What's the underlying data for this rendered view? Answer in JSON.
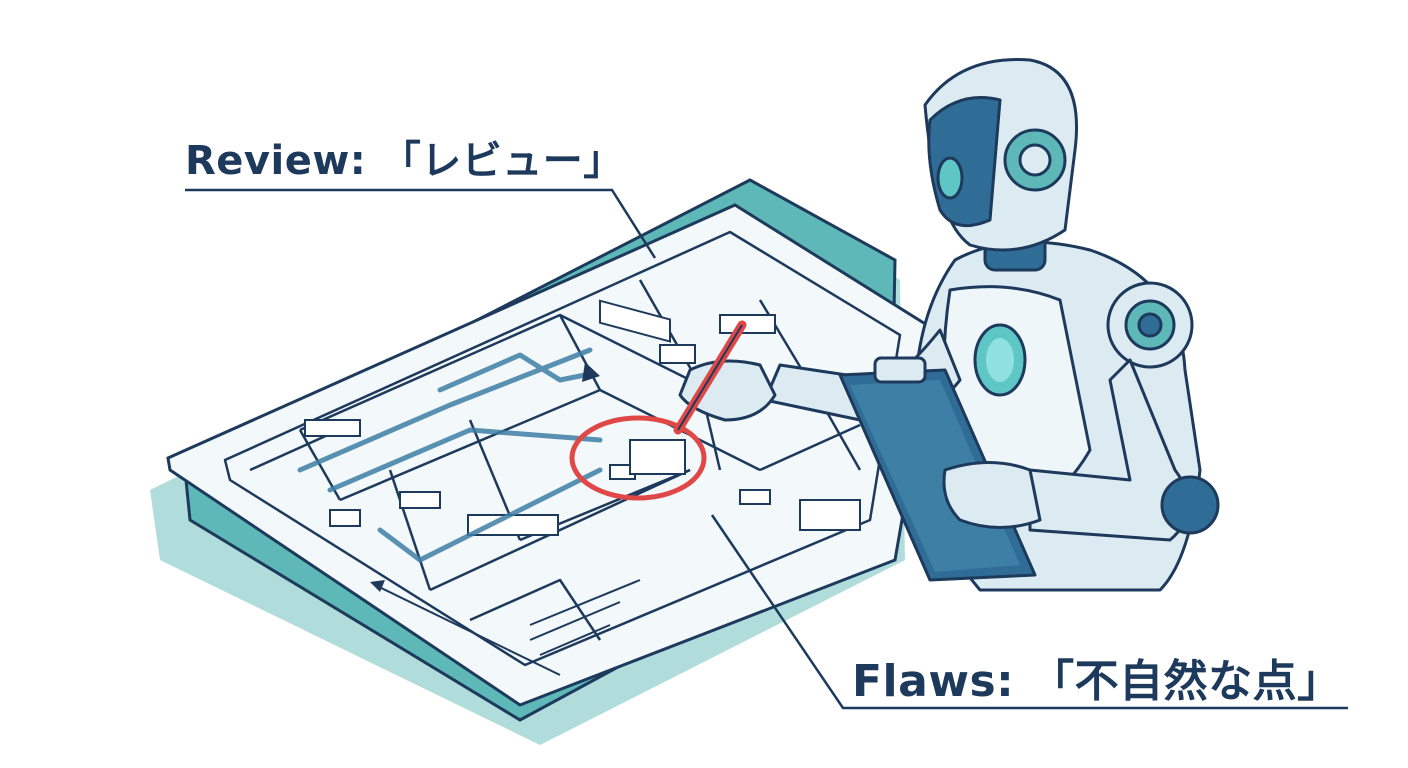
{
  "labels": {
    "review": "Review: 「レビュー」",
    "flaws": "Flaws: 「不自然な点」"
  },
  "colors": {
    "ink": "#1d3a5c",
    "teal": "#5fb8b8",
    "teal_light": "#a8d8d8",
    "paper": "#f3f8fb",
    "highlight": "#e04848",
    "robot_blue": "#2f6d96",
    "robot_light": "#dcebf2"
  },
  "icons": [
    "robot-figure",
    "clipboard-icon",
    "red-pencil-icon",
    "blueprint-sheet"
  ]
}
